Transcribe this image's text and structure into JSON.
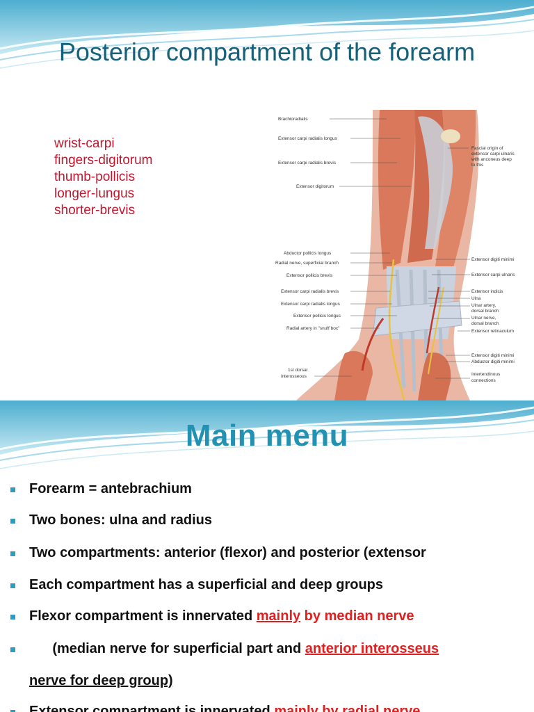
{
  "slide1": {
    "title": "Posterior compartment of the forearm",
    "abbreviations": [
      "wrist-carpi",
      "fingers-digitorum",
      "thumb-pollicis",
      "longer-lungus",
      "shorter-brevis"
    ],
    "figure_labels": {
      "left": [
        "Brachioradialis",
        "Extensor carpi radialis longus",
        "Extensor carpi radialis brevis",
        "Extensor digitorum",
        "Abductor pollicis longus",
        "Radial nerve, superficial branch",
        "Extensor pollicis brevis",
        "Extensor carpi radialis brevis",
        "Extensor carpi radialis longus",
        "Extensor pollicis longus",
        "Radial artery in \"snuff box\"",
        "1st dorsal",
        "interosseous"
      ],
      "right": [
        "Fascial origin of",
        "extensor carpi ulnaris",
        "with anconeus deep",
        "to this",
        "Extensor digiti minimi",
        "Extensor carpi ulnaris",
        "Extensor indicis",
        "Ulna",
        "Ulnar artery,",
        "dorsal branch",
        "Ulnar nerve,",
        "dorsal branch",
        "Extensor retinaculum",
        "Extensor digiti minimi",
        "Abductor digiti minimi",
        "Intertendinous",
        "connections"
      ]
    }
  },
  "slide2": {
    "title": "Main menu",
    "bullets": [
      {
        "t1": "Forearm = antebrachium"
      },
      {
        "t1": "Two bones: ulna and radius"
      },
      {
        "t1": "Two compartments:  anterior (flexor) and  posterior (extensor"
      },
      {
        "t1": "Each compartment has a superficial and deep groups"
      },
      {
        "t1": "Flexor compartment is innervated ",
        "r1": "mainly",
        "r2": " by median nerve"
      },
      {
        "t1": "      (median nerve for superficial part and ",
        "r1": "anterior interosseus"
      },
      {
        "t1": "nerve for deep group)"
      },
      {
        "t1": "Extensor compartment is innervated ",
        "r1": "mainly by radial nerve"
      }
    ]
  },
  "colors": {
    "title_teal": "#17607a",
    "heading_blue": "#2391b1",
    "accent_red": "#e02020",
    "list_red": "#c0172e",
    "bullet_blue": "#2e9bc4",
    "muscle": "#d9785a",
    "tendon": "#c9d2de"
  }
}
